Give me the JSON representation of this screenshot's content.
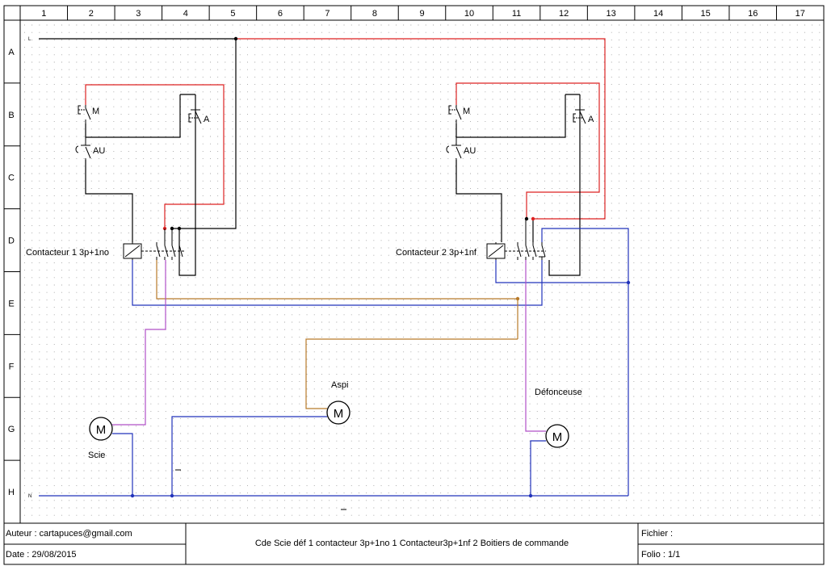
{
  "grid": {
    "columns": [
      "1",
      "2",
      "3",
      "4",
      "5",
      "6",
      "7",
      "8",
      "9",
      "10",
      "11",
      "12",
      "13",
      "14",
      "15",
      "16",
      "17"
    ],
    "rows": [
      "A",
      "B",
      "C",
      "D",
      "E",
      "F",
      "G",
      "H"
    ]
  },
  "labels": {
    "rail_top": "L",
    "rail_bottom": "N",
    "m1": "M",
    "a1": "A",
    "au1": "AU",
    "m2": "M",
    "a2": "A",
    "au2": "AU",
    "contactor1": "Contacteur 1 3p+1no",
    "contactor2": "Contacteur 2 3p+1nf",
    "motor_saw": "Scie",
    "motor_vac": "Aspi",
    "motor_router": "Défonceuse",
    "motor_symbol": "M"
  },
  "title_block": {
    "author": "Auteur : cartapuces@gmail.com",
    "date": "Date : 29/08/2015",
    "description": "Cde Scie déf  1 contacteur 3p+1no  1 Contacteur3p+1nf 2 Boitiers de commande",
    "file": "Fichier :",
    "folio": "Folio : 1/1"
  },
  "colors": {
    "black_wire": "#000000",
    "red_wire": "#dd2222",
    "blue_wire": "#2233bb",
    "brown_wire": "#b87a2a",
    "purple_wire": "#b050c8",
    "grid_dot": "#9a9a9a"
  }
}
